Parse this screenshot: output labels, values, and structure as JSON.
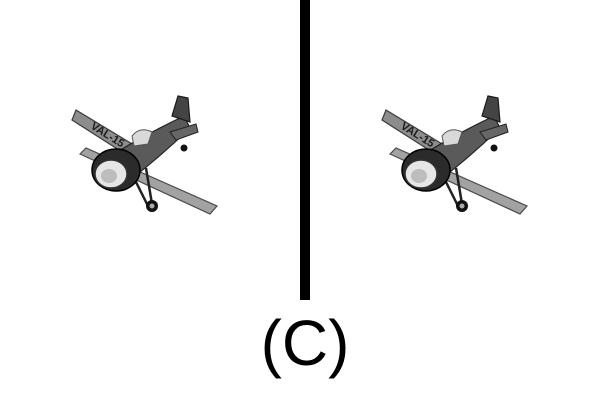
{
  "panels": [
    {
      "image": "vintage-biplane-illustration",
      "livery": "VAL-15"
    },
    {
      "image": "vintage-biplane-illustration",
      "livery": "VAL-15"
    }
  ],
  "caption": "(C)",
  "colors": {
    "divider": "#000000",
    "background": "#ffffff",
    "caption": "#000000"
  }
}
